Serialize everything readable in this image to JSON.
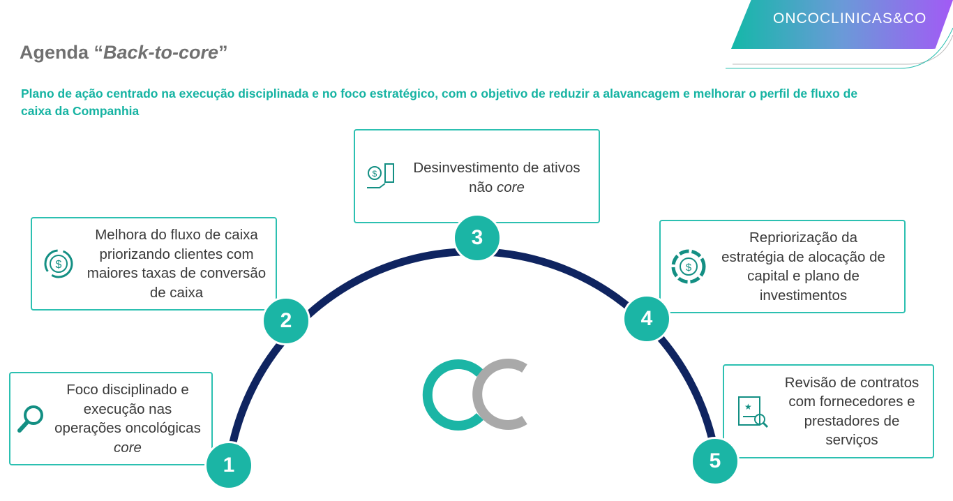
{
  "brand": "ONCOCLINICAS&CO",
  "title_prefix": "Agenda “",
  "title_italic": "Back-to-core",
  "title_suffix": "”",
  "subtitle": "Plano de ação centrado na execução disciplinada e no foco estratégico, com o objetivo de reduzir a alavancagem e melhorar o perfil de fluxo de caixa da Companhia",
  "steps": [
    {
      "num": "1",
      "text": "Foco disciplinado e execução nas operações oncológicas ",
      "italic": "core",
      "icon": "magnifier-icon"
    },
    {
      "num": "2",
      "text": "Melhora do fluxo de caixa priorizando clientes com maiores taxas de conversão de caixa",
      "italic": "",
      "icon": "cash-cycle-icon"
    },
    {
      "num": "3",
      "text": "Desinvestimento de ativos não ",
      "italic": "core",
      "icon": "divestment-icon"
    },
    {
      "num": "4",
      "text": "Repriorização da estratégia de alocação de capital e plano de investimentos",
      "italic": "",
      "icon": "capital-allocation-icon"
    },
    {
      "num": "5",
      "text": "Revisão de contratos com fornecedores e prestadores de serviços",
      "italic": "",
      "icon": "contract-review-icon"
    }
  ],
  "colors": {
    "teal": "#1bb5a5",
    "navy": "#0f2460",
    "gray": "#a9a9a9"
  }
}
